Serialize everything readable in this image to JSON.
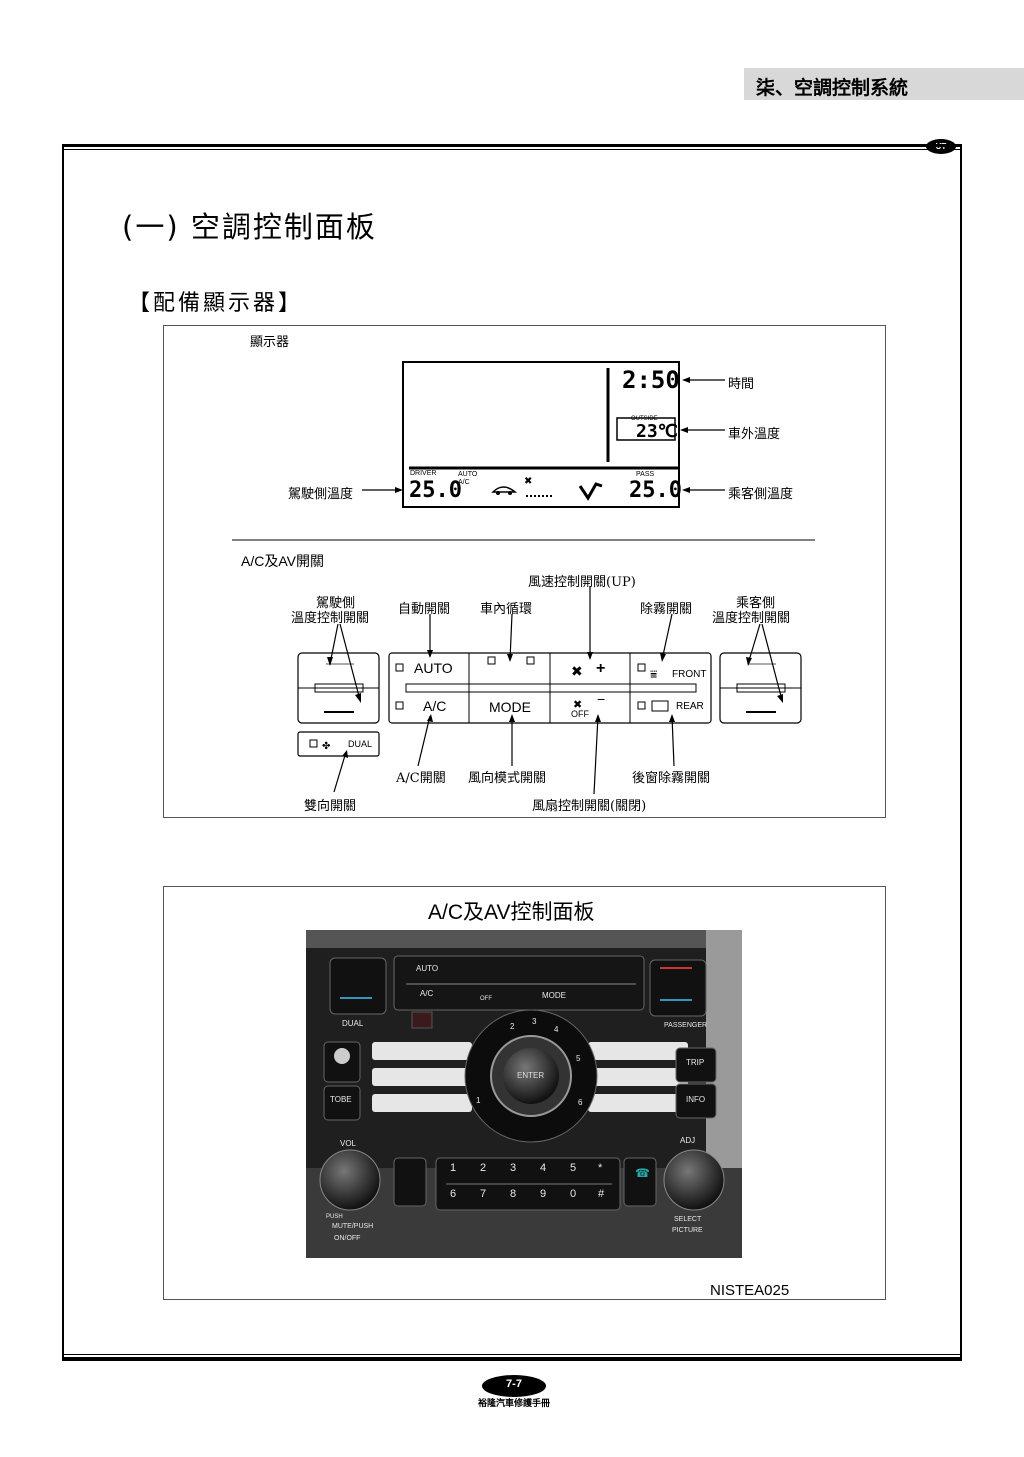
{
  "header": {
    "chapter": "柒、空調控制系統",
    "logo": "UT"
  },
  "section": {
    "title": "(一) 空調控制面板",
    "subtitle": "【配備顯示器】"
  },
  "display_diagram": {
    "heading": "顯示器",
    "clock": "2:50",
    "outside_label": "OUTSIDE",
    "outside_temp": "23℃",
    "driver_tag": "DRIVER",
    "auto_tag": "AUTO",
    "ac_tag": "A/C",
    "pass_tag": "PASS",
    "driver_temp": "25.0",
    "pass_temp": "25.0",
    "callouts": {
      "time": "時間",
      "outside_temp": "車外溫度",
      "driver_temp": "駕駛側溫度",
      "pass_temp": "乘客側溫度"
    }
  },
  "switch_diagram": {
    "heading": "A/C及AV開關",
    "callouts": {
      "fan_up": "風速控制開關(UP)",
      "driver_temp_line1": "駕駛側",
      "driver_temp_line2": "溫度控制開關",
      "auto": "自動開關",
      "recirc": "車內循環",
      "defrost": "除霧開關",
      "pass_temp_line1": "乘客側",
      "pass_temp_line2": "溫度控制開關",
      "ac": "A/C開關",
      "mode": "風向模式開關",
      "rear_defrost": "後窗除霧開關",
      "dual": "雙向開關",
      "fan_off": "風扇控制開關(關閉)"
    },
    "buttons": {
      "auto": "AUTO",
      "ac": "A/C",
      "mode": "MODE",
      "front": "FRONT",
      "rear": "REAR",
      "off": "OFF",
      "dual": "DUAL",
      "plus": "+",
      "minus": "−"
    }
  },
  "photo_panel": {
    "caption": "A/C及AV控制面板",
    "reference": "NISTEA025",
    "labels": {
      "auto": "AUTO",
      "ac": "A/C",
      "mode": "MODE",
      "off": "OFF",
      "dual": "DUAL",
      "passenger": "PASSENGER",
      "trip": "TRIP",
      "info": "INFO",
      "tobe": "TOBE",
      "enter": "ENTER",
      "vol": "VOL",
      "adj": "ADJ",
      "mute": "MUTE/PUSH",
      "onoff": "ON/OFF",
      "select": "SELECT",
      "picture": "PICTURE",
      "push": "PUSH"
    },
    "keypad_top": [
      "1",
      "2",
      "3",
      "4",
      "5",
      "*"
    ],
    "keypad_bottom": [
      "6",
      "7",
      "8",
      "9",
      "0",
      "#"
    ],
    "dial_numbers": [
      "2",
      "3",
      "4",
      "5",
      "1",
      "6"
    ]
  },
  "footer": {
    "page": "7-7",
    "publisher": "裕隆汽車修護手冊"
  }
}
